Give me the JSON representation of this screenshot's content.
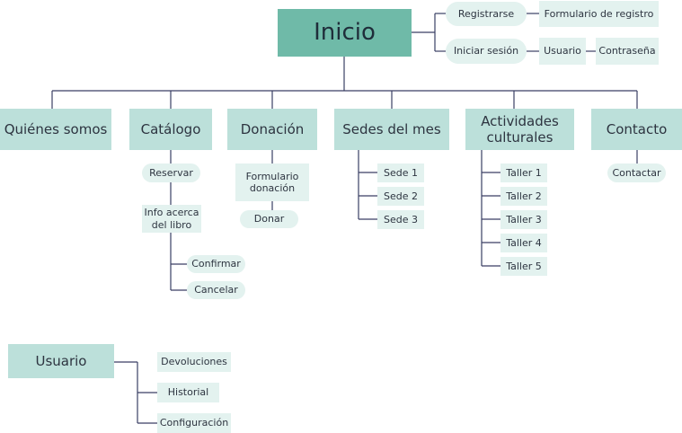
{
  "root": "Inicio",
  "auth": {
    "register": "Registrarse",
    "register_form": "Formulario de registro",
    "login": "Iniciar sesión",
    "user": "Usuario",
    "password": "Contraseña"
  },
  "sections": {
    "about": "Quiénes somos",
    "catalog": "Catálogo",
    "donation": "Donación",
    "venues": "Sedes del mes",
    "activities": "Actividades\nculturales",
    "contact": "Contacto"
  },
  "catalog": {
    "reserve": "Reservar",
    "book_info": "Info acerca\ndel libro",
    "confirm": "Confirmar",
    "cancel": "Cancelar"
  },
  "donation": {
    "form": "Formulario\ndonación",
    "donate": "Donar"
  },
  "venues": [
    "Sede 1",
    "Sede 2",
    "Sede 3"
  ],
  "workshops": [
    "Taller 1",
    "Taller 2",
    "Taller 3",
    "Taller 4",
    "Taller 5"
  ],
  "contact": {
    "action": "Contactar"
  },
  "user_area": {
    "title": "Usuario",
    "items": [
      "Devoluciones",
      "Historial",
      "Configuración"
    ]
  }
}
